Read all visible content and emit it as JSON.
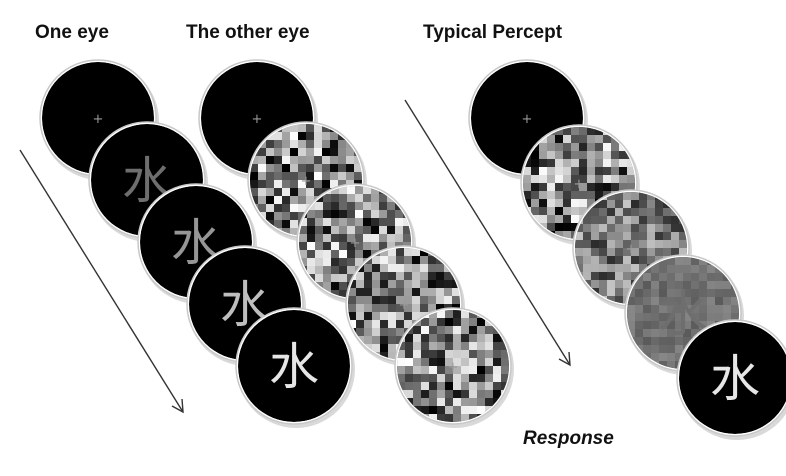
{
  "titles": {
    "one_eye": "One eye",
    "other_eye": "The other eye",
    "percept": "Typical Percept"
  },
  "response_label": "Response",
  "stimulus": {
    "fixation": "+",
    "character": "水"
  },
  "colors": {
    "background": "#ffffff",
    "disc_fill": "#000000",
    "disc_ring": "#c8c8c8",
    "arrow": "#333333",
    "text": "#111111"
  },
  "columns": {
    "one_eye": [
      {
        "kind": "fixation"
      },
      {
        "kind": "character",
        "contrast": 0.35
      },
      {
        "kind": "character",
        "contrast": 0.55
      },
      {
        "kind": "character",
        "contrast": 0.75
      },
      {
        "kind": "character",
        "contrast": 0.95
      }
    ],
    "other_eye": [
      {
        "kind": "fixation"
      },
      {
        "kind": "mask",
        "mask_contrast": 1.0
      },
      {
        "kind": "mask",
        "mask_contrast": 1.0
      },
      {
        "kind": "mask",
        "mask_contrast": 1.0
      },
      {
        "kind": "mask",
        "mask_contrast": 1.0
      }
    ],
    "percept": [
      {
        "kind": "fixation"
      },
      {
        "kind": "mask",
        "mask_contrast": 1.0
      },
      {
        "kind": "mask",
        "mask_contrast": 0.6
      },
      {
        "kind": "blend",
        "mask_contrast": 0.18,
        "contrast": 0.35
      },
      {
        "kind": "character",
        "contrast": 0.95
      }
    ]
  }
}
